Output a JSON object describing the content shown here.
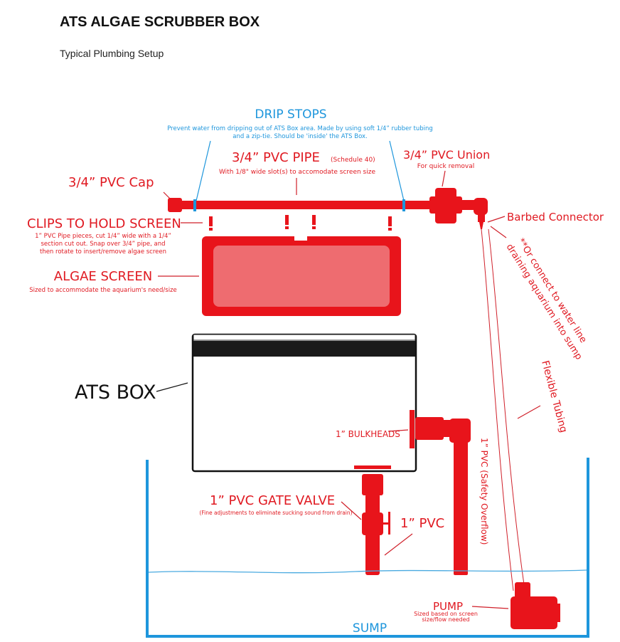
{
  "header": {
    "title": "ATS ALGAE SCRUBBER BOX",
    "subtitle": "Typical Plumbing Setup"
  },
  "labels": {
    "drip_stops": "DRIP STOPS",
    "drip_stops_desc_1": "Prevent water from dripping out of ATS Box area. Made by using soft 1/4” rubber tubing",
    "drip_stops_desc_2": "and a zip-tie.  Should be 'inside' the ATS Box.",
    "pvc_pipe": "3/4” PVC PIPE",
    "pvc_pipe_schedule": "(Schedule 40)",
    "pvc_pipe_desc": "With 1/8\" wide slot(s) to accomodate screen size",
    "pvc_union": "3/4” PVC Union",
    "pvc_union_desc": "For quick removal",
    "pvc_cap": "3/4” PVC Cap",
    "barbed_connector": "Barbed Connector",
    "clips": "CLIPS TO HOLD SCREEN",
    "clips_desc_1": "1” PVC Pipe pieces, cut 1/4” wide with a 1/4”",
    "clips_desc_2": "section cut out. Snap over 3/4” pipe, and",
    "clips_desc_3": "then rotate to insert/remove algae screen",
    "algae_screen": "ALGAE SCREEN",
    "algae_screen_desc": "Sized to accommodate the aquarium's need/size",
    "or_connect_1": "**Or connect to water line",
    "or_connect_2": "draining aquarium into sump",
    "ats_box": "ATS BOX",
    "bulkheads": "1” BULKHEADS",
    "flexible_tubing": "Flexible Tubing",
    "safety_overflow": "1” PVC (Safety Overflow)",
    "gate_valve": "1” PVC GATE VALVE",
    "gate_valve_desc": "(Fine adjustments to eliminate sucking sound from drain)",
    "one_inch_pvc": "1” PVC",
    "pump": "PUMP",
    "pump_desc_1": "Sized based on screen",
    "pump_desc_2": "size/flow needed",
    "sump": "SUMP"
  },
  "colors": {
    "pvc": "#e8141b",
    "water": "#1e96dc",
    "box": "#111111"
  }
}
